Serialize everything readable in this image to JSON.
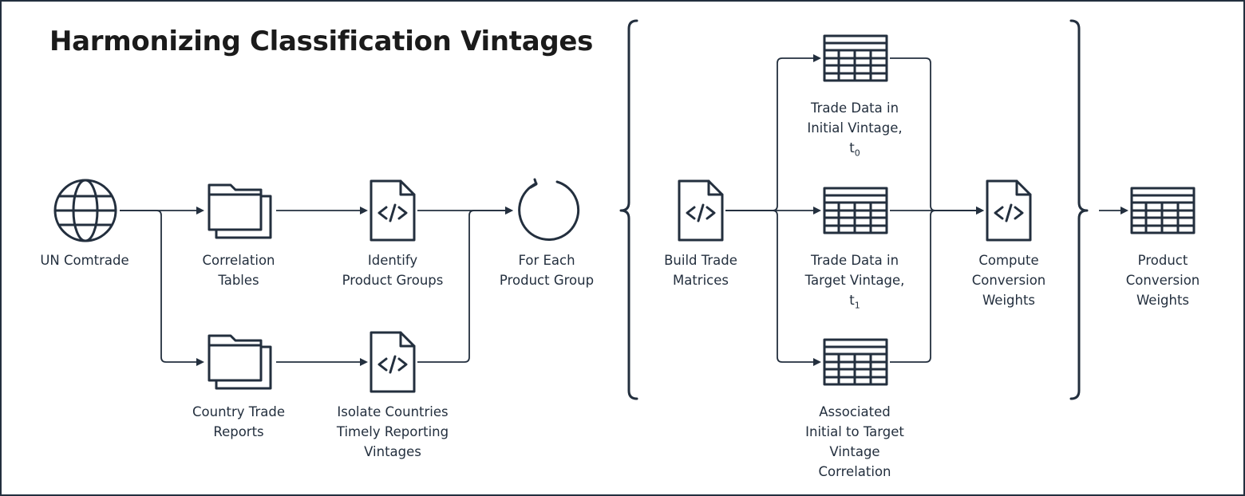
{
  "title": "Harmonizing Classification Vintages",
  "colors": {
    "stroke": "#232f3e",
    "background": "#ffffff",
    "title": "#1b1b1b"
  },
  "nodes": {
    "un_comtrade": {
      "icon": "globe-icon",
      "lines": [
        "UN Comtrade"
      ]
    },
    "correlation_tables": {
      "icon": "folders-icon",
      "lines": [
        "Correlation",
        "Tables"
      ]
    },
    "country_trade_reports": {
      "icon": "folders-icon",
      "lines": [
        "Country Trade",
        "Reports"
      ]
    },
    "identify_product_groups": {
      "icon": "code-file-icon",
      "lines": [
        "Identify",
        "Product Groups"
      ]
    },
    "isolate_countries": {
      "icon": "code-file-icon",
      "lines": [
        "Isolate Countries",
        "Timely Reporting",
        "Vintages"
      ]
    },
    "for_each_product_group": {
      "icon": "loop-icon",
      "lines": [
        "For Each",
        "Product Group"
      ]
    },
    "build_trade_matrices": {
      "icon": "code-file-icon",
      "lines": [
        "Build Trade",
        "Matrices"
      ]
    },
    "trade_data_initial": {
      "icon": "table-icon",
      "lines": [
        "Trade Data in",
        "Initial Vintage,"
      ],
      "symbol": "t",
      "subscript": "0"
    },
    "trade_data_target": {
      "icon": "table-icon",
      "lines": [
        "Trade Data in",
        "Target Vintage,"
      ],
      "symbol": "t",
      "subscript": "1"
    },
    "associated_correlation": {
      "icon": "table-icon",
      "lines": [
        "Associated",
        "Initial to Target",
        "Vintage",
        "Correlation"
      ]
    },
    "compute_conversion_weights": {
      "icon": "code-file-icon",
      "lines": [
        "Compute",
        "Conversion",
        "Weights"
      ]
    },
    "product_conversion_weights": {
      "icon": "table-icon",
      "lines": [
        "Product",
        "Conversion",
        "Weights"
      ]
    }
  },
  "edges": [
    [
      "un_comtrade",
      "correlation_tables"
    ],
    [
      "un_comtrade",
      "country_trade_reports"
    ],
    [
      "correlation_tables",
      "identify_product_groups"
    ],
    [
      "country_trade_reports",
      "isolate_countries"
    ],
    [
      "identify_product_groups",
      "for_each_product_group"
    ],
    [
      "isolate_countries",
      "for_each_product_group"
    ],
    [
      "build_trade_matrices",
      "trade_data_initial"
    ],
    [
      "build_trade_matrices",
      "trade_data_target"
    ],
    [
      "build_trade_matrices",
      "associated_correlation"
    ],
    [
      "trade_data_initial",
      "compute_conversion_weights"
    ],
    [
      "trade_data_target",
      "compute_conversion_weights"
    ],
    [
      "associated_correlation",
      "compute_conversion_weights"
    ],
    [
      "loop_group",
      "product_conversion_weights"
    ]
  ]
}
